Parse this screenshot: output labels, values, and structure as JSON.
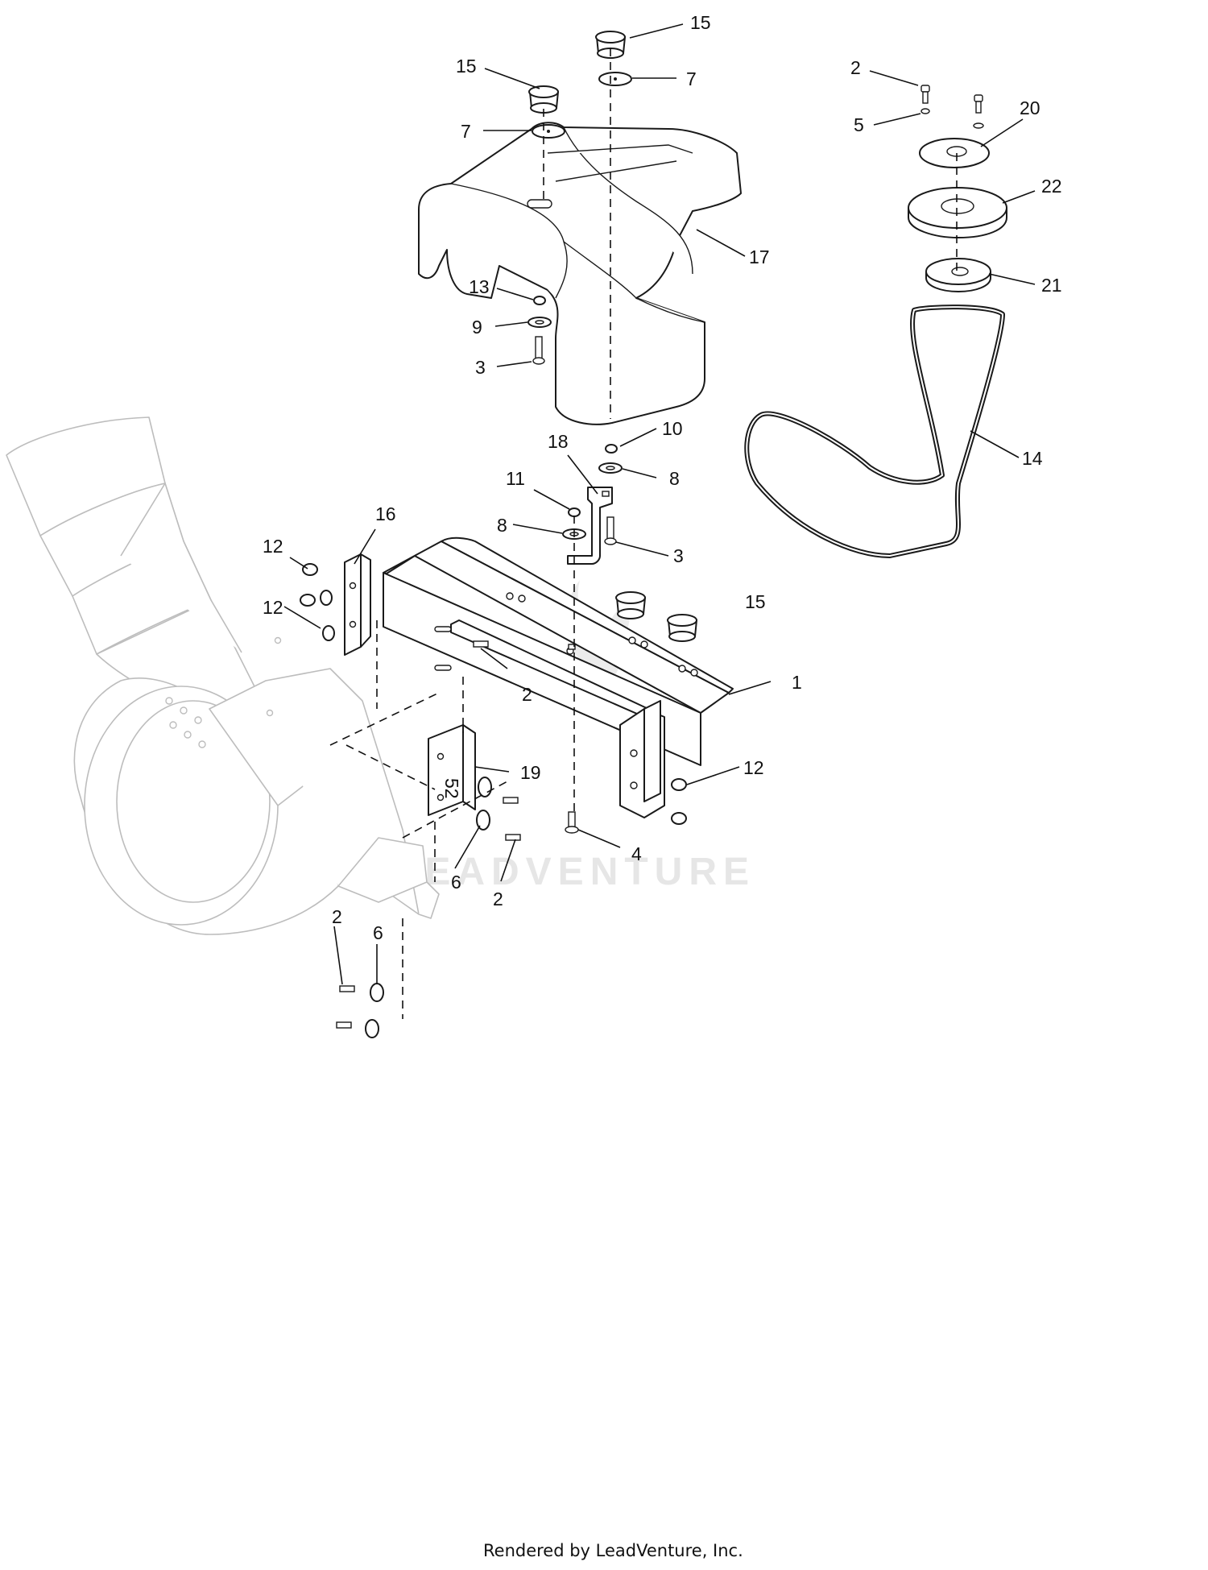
{
  "callouts": [
    {
      "id": "c15a",
      "label": "15"
    },
    {
      "id": "c15b",
      "label": "15"
    },
    {
      "id": "c15c",
      "label": "15"
    },
    {
      "id": "c7a",
      "label": "7"
    },
    {
      "id": "c7b",
      "label": "7"
    },
    {
      "id": "c2a",
      "label": "2"
    },
    {
      "id": "c5",
      "label": "5"
    },
    {
      "id": "c20",
      "label": "20"
    },
    {
      "id": "c22",
      "label": "22"
    },
    {
      "id": "c21",
      "label": "21"
    },
    {
      "id": "c17",
      "label": "17"
    },
    {
      "id": "c13",
      "label": "13"
    },
    {
      "id": "c9",
      "label": "9"
    },
    {
      "id": "c3a",
      "label": "3"
    },
    {
      "id": "c10",
      "label": "10"
    },
    {
      "id": "c18",
      "label": "18"
    },
    {
      "id": "c8a",
      "label": "8"
    },
    {
      "id": "c11",
      "label": "11"
    },
    {
      "id": "c8b",
      "label": "8"
    },
    {
      "id": "c3b",
      "label": "3"
    },
    {
      "id": "c14",
      "label": "14"
    },
    {
      "id": "c16",
      "label": "16"
    },
    {
      "id": "c12a",
      "label": "12"
    },
    {
      "id": "c12b",
      "label": "12"
    },
    {
      "id": "c1",
      "label": "1"
    },
    {
      "id": "c2b",
      "label": "2"
    },
    {
      "id": "c19",
      "label": "19"
    },
    {
      "id": "c12c",
      "label": "12"
    },
    {
      "id": "c4",
      "label": "4"
    },
    {
      "id": "c6a",
      "label": "6"
    },
    {
      "id": "c2c",
      "label": "2"
    },
    {
      "id": "c2d",
      "label": "2"
    },
    {
      "id": "c6b",
      "label": "6"
    }
  ],
  "bracket_marking": "52",
  "watermark": "LEADVENTURE",
  "footer": "Rendered by LeadVenture, Inc."
}
